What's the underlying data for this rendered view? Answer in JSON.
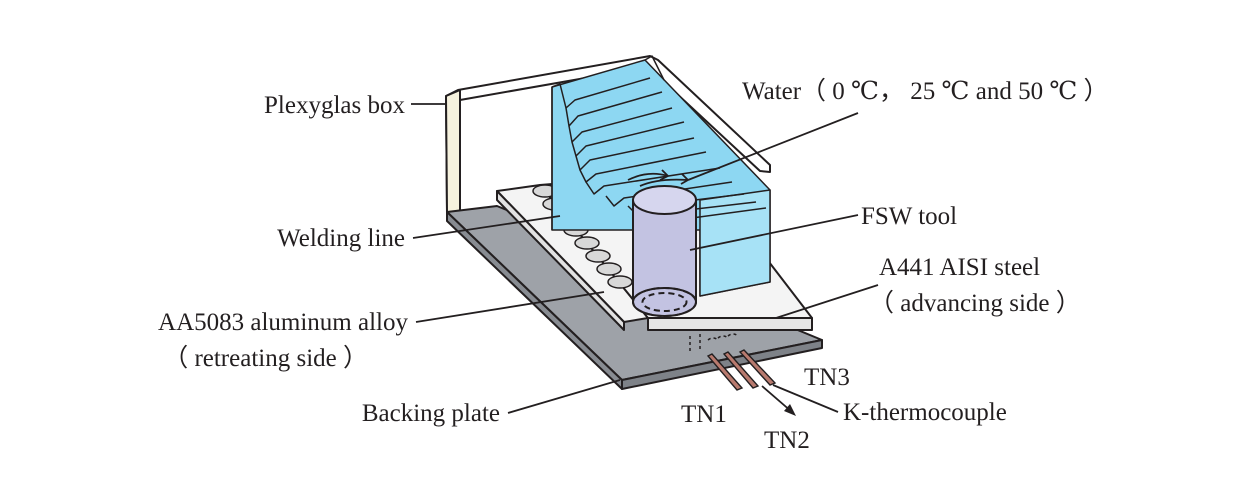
{
  "labels": {
    "plexyglas": "Plexyglas box",
    "water": "Water（ 0 ℃， 25 ℃ and 50 ℃ ）",
    "fsw_tool": "FSW tool",
    "welding_line": "Welding line",
    "steel_line1": "A441 AISI steel",
    "steel_line2": "（ advancing side ）",
    "alu_line1": "AA5083 aluminum alloy",
    "alu_line2": "（ retreating side ）",
    "backing_plate": "Backing plate",
    "tn1": "TN1",
    "tn2": "TN2",
    "tn3": "TN3",
    "thermocouple": "K-thermocouple"
  },
  "colors": {
    "water": "#8dd7f2",
    "tool": "#c3c3e2",
    "backing_plate": "#9ea2a8",
    "plate": "#f4f4f4",
    "box_post": "#f6f2de",
    "thermocouple_wire": "#b87a6e"
  }
}
